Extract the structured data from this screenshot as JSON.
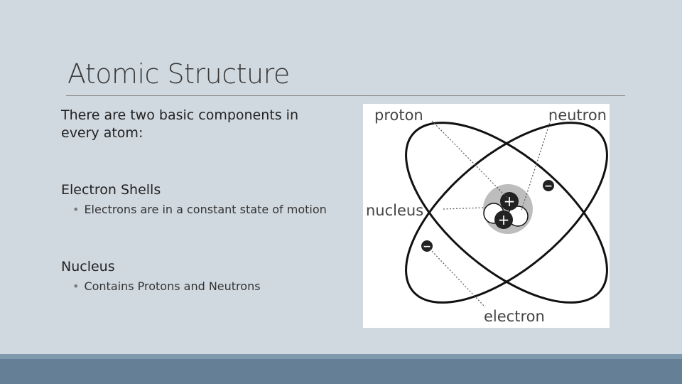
{
  "slide": {
    "title": "Atomic Structure",
    "intro": "There are two basic components in every atom:",
    "sections": [
      {
        "heading": "Electron Shells",
        "bullet": "Electrons are in a constant state of motion"
      },
      {
        "heading": "Nucleus",
        "bullet": "Contains Protons and Neutrons"
      }
    ]
  },
  "diagram": {
    "labels": {
      "proton": "proton",
      "neutron": "neutron",
      "nucleus": "nucleus",
      "electron": "electron"
    },
    "symbols": {
      "plus": "+",
      "minus": "−"
    }
  },
  "colors": {
    "background": "#d0d9e0",
    "footer": "#647f96",
    "footer_accent": "#7f99ad"
  }
}
